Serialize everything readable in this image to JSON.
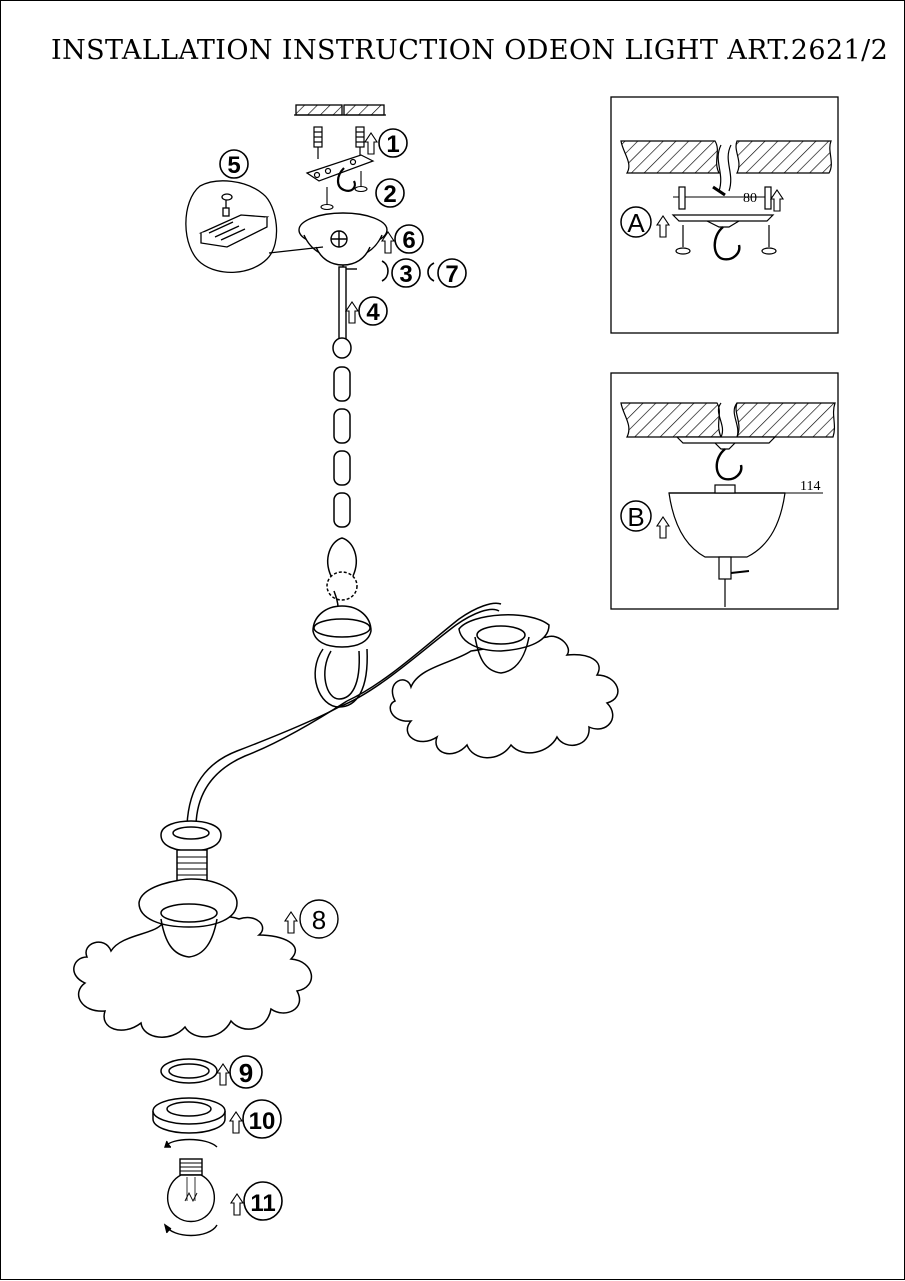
{
  "title": "INSTALLATION INSTRUCTION ODEON LIGHT ART.2621/2",
  "callouts": [
    "1",
    "2",
    "3",
    "4",
    "5",
    "6",
    "7",
    "8",
    "9",
    "10",
    "11"
  ],
  "panel_a": {
    "label": "A",
    "dimension": "80"
  },
  "panel_b": {
    "label": "B",
    "dimension": "114"
  },
  "icons": {
    "arrow": "up-arrow-icon",
    "rotate": "rotate-arrow-icon",
    "bulb": "light-bulb-icon"
  },
  "colors": {
    "ink": "#000000",
    "paper": "#ffffff"
  }
}
